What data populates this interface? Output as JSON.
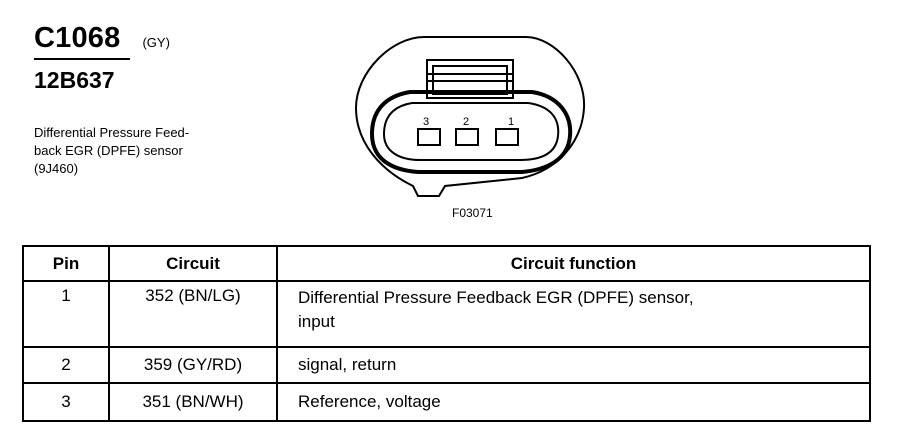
{
  "connector": {
    "code": "C1068",
    "color": "(GY)",
    "part_number": "12B637",
    "description_lines": [
      "Differential Pressure Feed-",
      "back EGR (DPFE) sensor",
      "(9J460)"
    ]
  },
  "diagram": {
    "figure_id": "F03071",
    "pin_labels": [
      "3",
      "2",
      "1"
    ]
  },
  "table": {
    "headers": [
      "Pin",
      "Circuit",
      "Circuit function"
    ],
    "rows": [
      {
        "pin": "1",
        "circuit": "352 (BN/LG)",
        "function_lines": [
          "Differential Pressure Feedback EGR (DPFE) sensor,",
          "input"
        ]
      },
      {
        "pin": "2",
        "circuit": "359 (GY/RD)",
        "function_lines": [
          "signal, return"
        ]
      },
      {
        "pin": "3",
        "circuit": "351 (BN/WH)",
        "function_lines": [
          "Reference, voltage"
        ]
      }
    ]
  }
}
